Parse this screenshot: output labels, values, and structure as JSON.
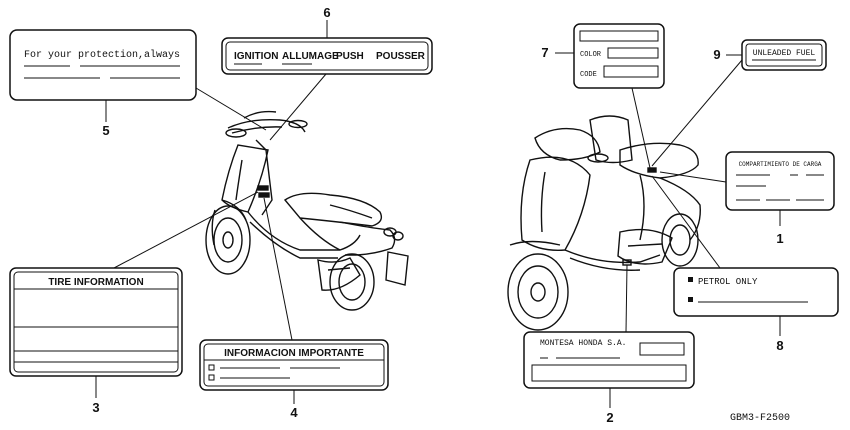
{
  "callouts": {
    "c1": "1",
    "c2": "2",
    "c3": "3",
    "c4": "4",
    "c5": "5",
    "c6": "6",
    "c7": "7",
    "c8": "8",
    "c9": "9"
  },
  "labels": {
    "protection": "For your protection,always",
    "ignition": [
      "IGNITION",
      "ALLUMAGE",
      "PUSH",
      "POUSSER"
    ],
    "color_code": [
      "COLOR",
      "CODE"
    ],
    "unleaded": "UNLEADED FUEL",
    "compartimiento": "COMPARTIMIENTO DE CARGA",
    "petrol": "PETROL ONLY",
    "tire": "TIRE INFORMATION",
    "informacion": "INFORMACION IMPORTANTE",
    "montesa": "MONTESA HONDA S.A."
  },
  "diagram_code": "GBM3-F2500"
}
